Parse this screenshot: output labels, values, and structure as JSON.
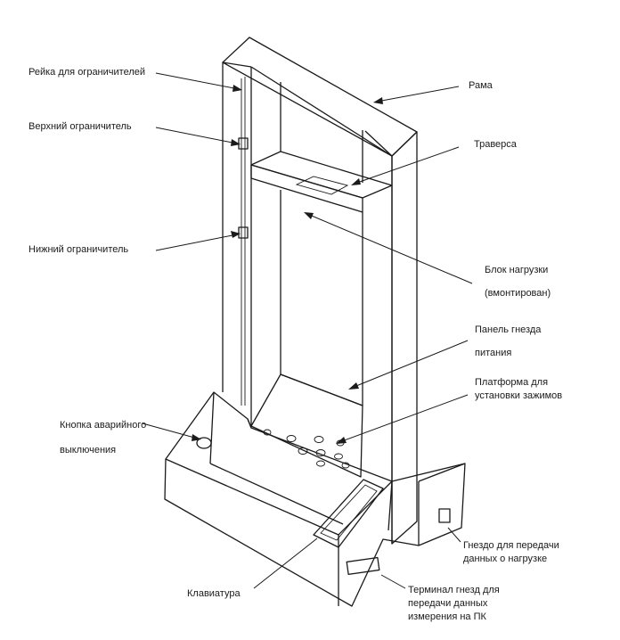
{
  "labels": {
    "rack": "Рейка для ограничителей",
    "upper_limit": "Верхний ограничитель",
    "lower_limit": "Нижний ограничитель",
    "emergency": "Кнопка аварийного\nвыключения",
    "frame": "Рама",
    "crosshead": "Траверса",
    "load_unit": "Блок нагрузки\n(вмонтирован)",
    "power_panel": "Панель гнезда\nпитания",
    "platform": "Платформа для\nустановки зажимов",
    "load_data_socket": "Гнездо для передачи\nданных о нагрузке",
    "pc_terminal": "Терминал гнезд для\nпередачи данных\nизмерения на ПК",
    "keyboard": "Клавиатура"
  }
}
